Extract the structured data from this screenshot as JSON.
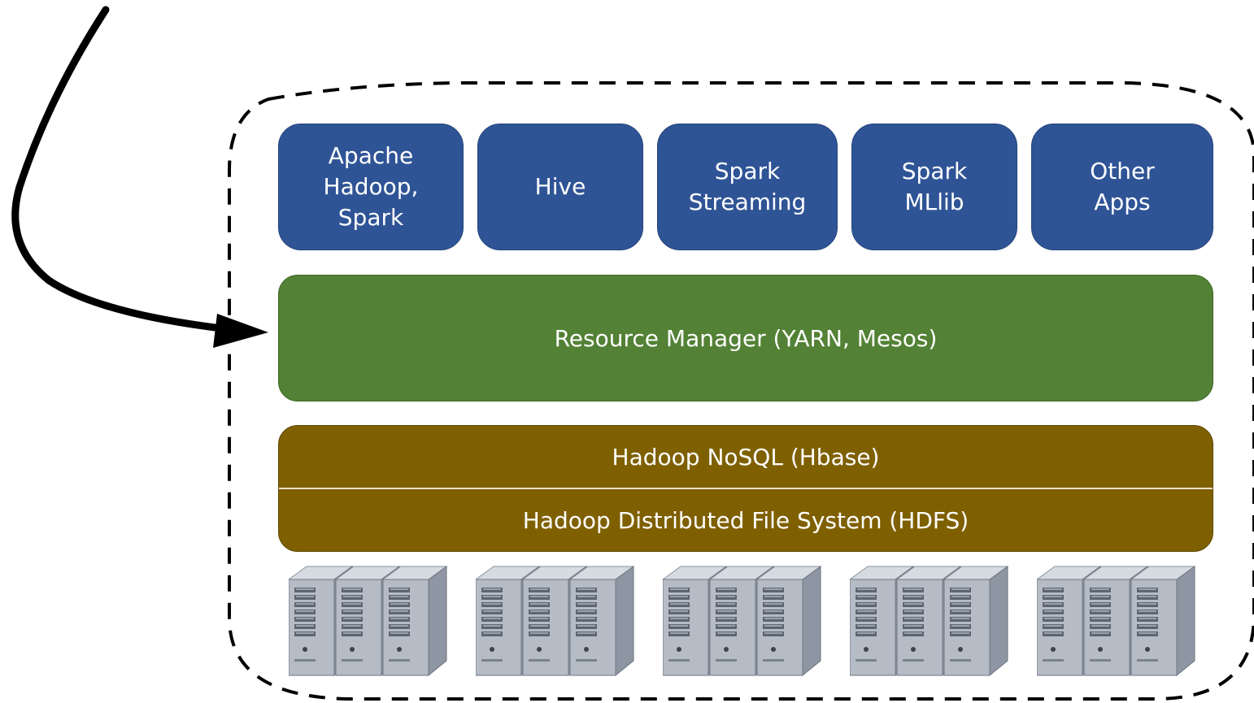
{
  "apps": [
    {
      "label": "Apache\nHadoop,\nSpark"
    },
    {
      "label": "Hive"
    },
    {
      "label": "Spark\nStreaming"
    },
    {
      "label": "Spark\nMLlib"
    },
    {
      "label": "Other\nApps"
    }
  ],
  "resource_manager": {
    "label": "Resource Manager (YARN, Mesos)"
  },
  "storage": {
    "nosql_label": "Hadoop NoSQL (Hbase)",
    "hdfs_label": "Hadoop Distributed File System (HDFS)"
  },
  "server_groups": 5,
  "colors": {
    "app_blue": "#2f5496",
    "rm_green": "#538135",
    "storage_brown": "#7f6000",
    "arrow": "#000000"
  }
}
